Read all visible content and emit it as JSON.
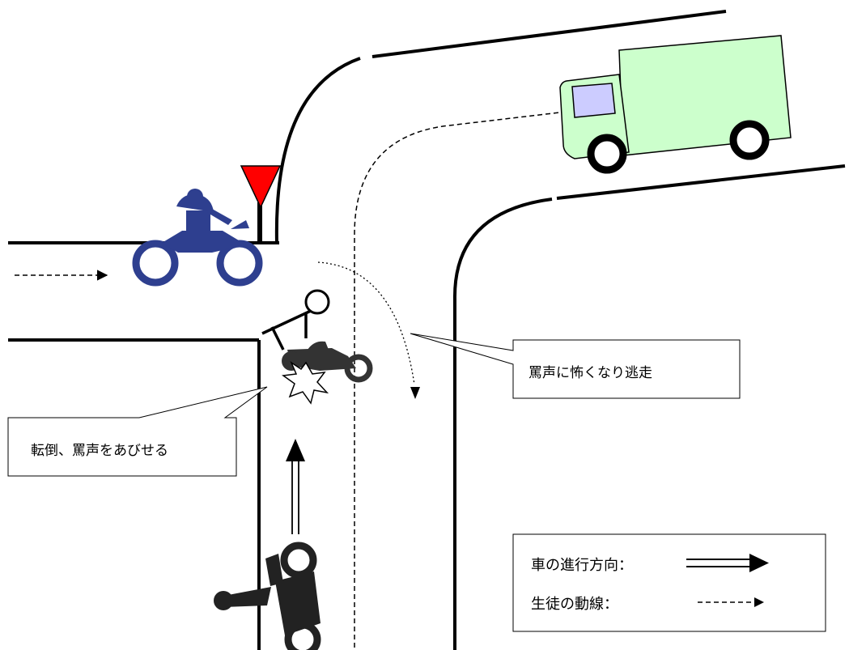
{
  "callouts": {
    "fall": "転倒、罵声をあびせる",
    "flee": "罵声に怖くなり逃走"
  },
  "legend": {
    "vehicle_direction": "車の進行方向：",
    "student_path": "生徒の動線："
  },
  "colors": {
    "road_line": "#000000",
    "stop_sign": "#ff0000",
    "motorcycle_blue": "#2e3f8f",
    "truck_body": "#ccffcc",
    "truck_window": "#ccccff"
  }
}
